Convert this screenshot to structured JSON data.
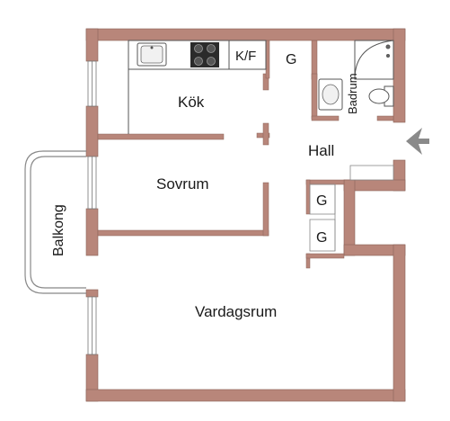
{
  "rooms": {
    "kok": "Kök",
    "kf": "K/F",
    "g_top": "G",
    "badrum": "Badrum",
    "hall": "Hall",
    "sovrum": "Sovrum",
    "g_mid": "G",
    "g_low": "G",
    "balkong": "Balkong",
    "vardagsrum": "Vardagsrum"
  },
  "colors": {
    "wall": "#b8867a",
    "wall_stroke": "#8a6358",
    "fixture": "#555555",
    "entrance_arrow": "#8a8a8a"
  },
  "icons": {
    "entrance": "entrance-arrow-icon",
    "sink": "sink-icon",
    "stove": "stove-icon",
    "toilet": "toilet-icon",
    "shower": "shower-icon"
  }
}
